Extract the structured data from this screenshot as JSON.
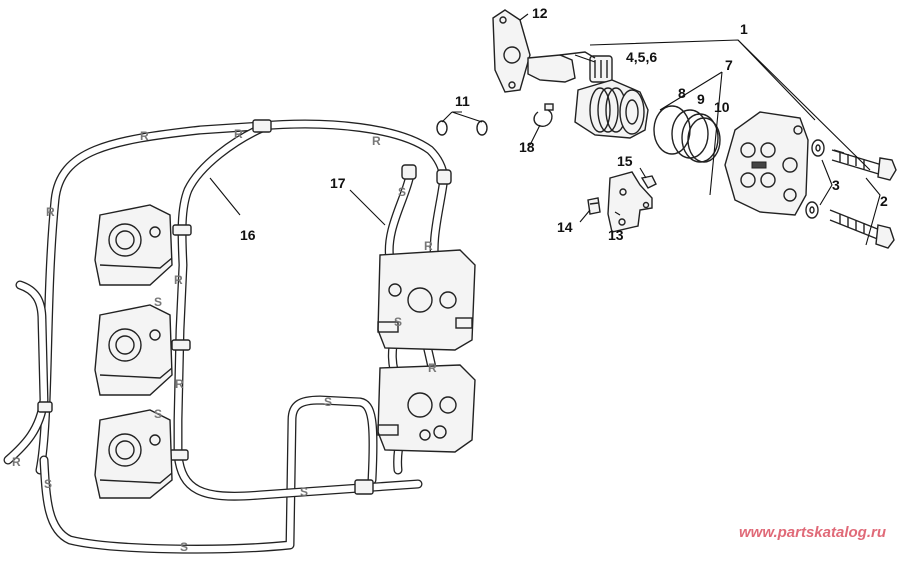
{
  "callouts": {
    "c1": "1",
    "c2": "2",
    "c3": "3",
    "c456": "4,5,6",
    "c7": "7",
    "c8": "8",
    "c9": "9",
    "c10": "10",
    "c11": "11",
    "c12": "12",
    "c13": "13",
    "c14": "14",
    "c15": "15",
    "c16": "16",
    "c17": "17",
    "c18": "18"
  },
  "hose_labels": {
    "return": "R",
    "supply": "S"
  },
  "watermark": "www.partskatalog.ru",
  "colors": {
    "line": "#222222",
    "watermark": "#e06a78",
    "hose_letter": "#777777"
  }
}
